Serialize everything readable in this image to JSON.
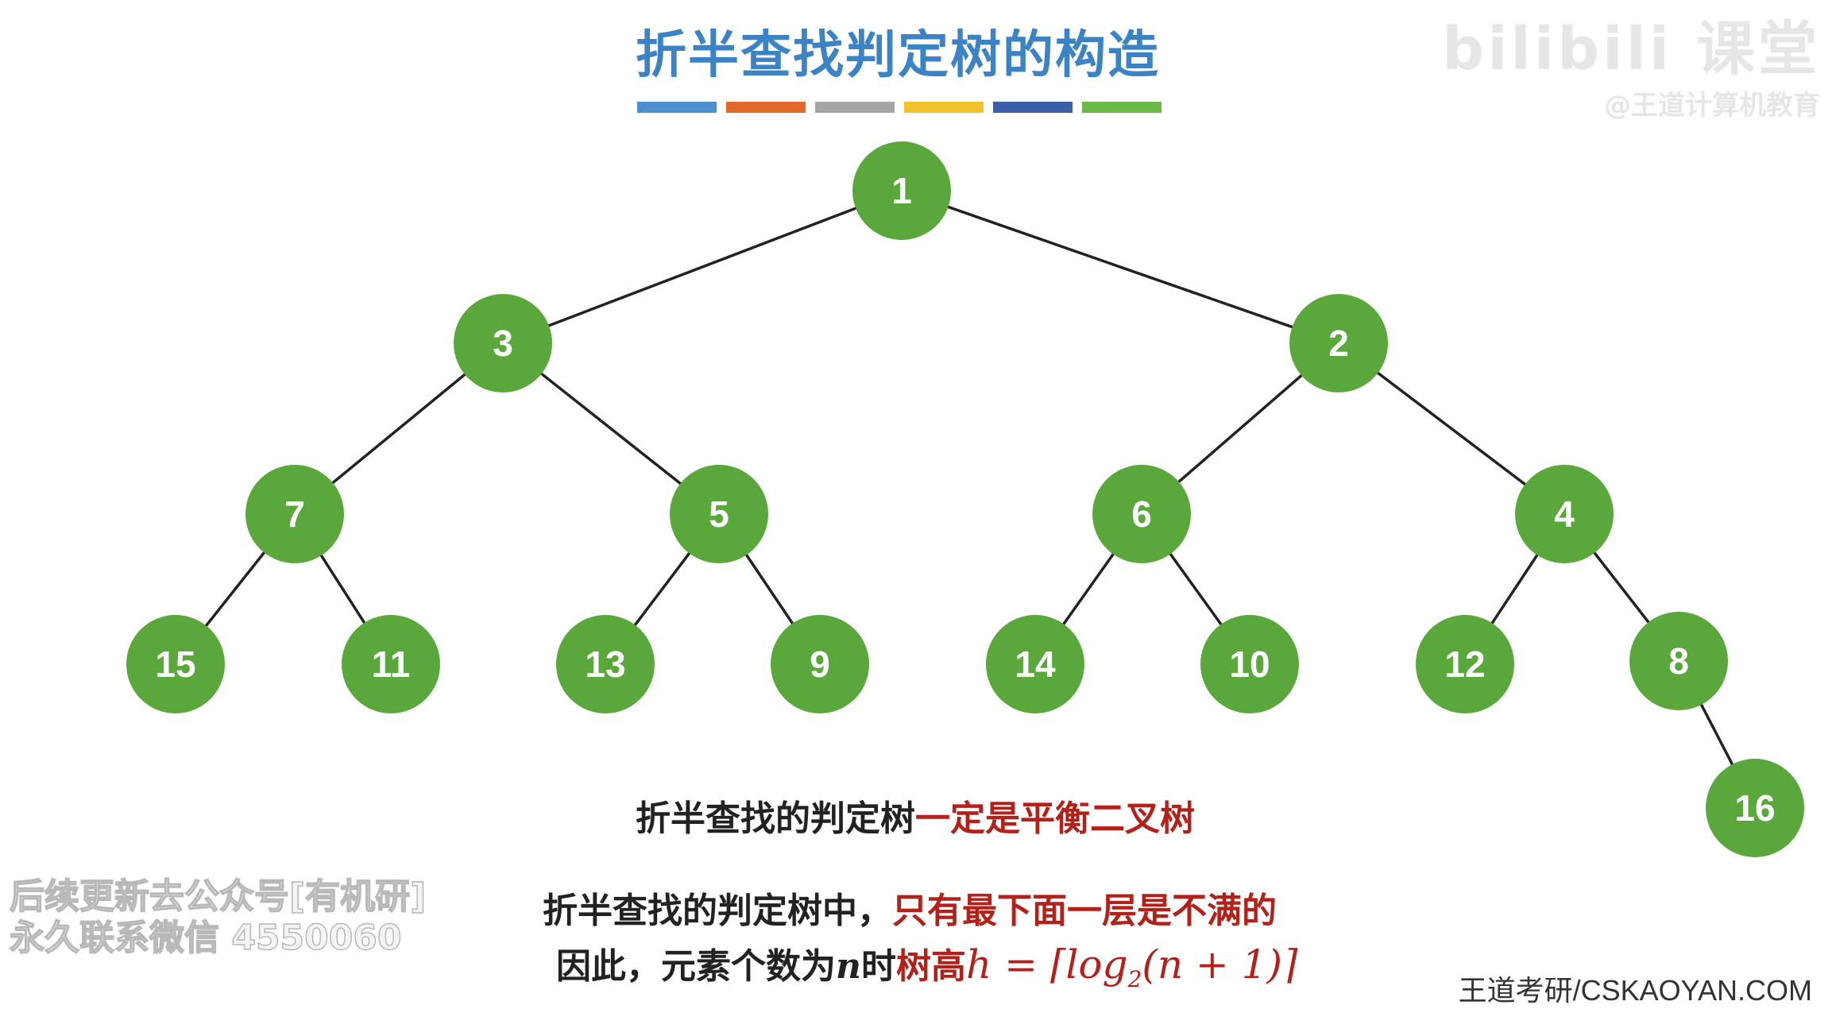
{
  "title": "折半查找判定树的构造",
  "title_bar_colors": [
    "#4f8fd0",
    "#e06a2c",
    "#a5a5a5",
    "#f2c12e",
    "#3a5fa8",
    "#6cb84a"
  ],
  "logo": {
    "main": "bilibili 课堂",
    "sub": "@王道计算机教育"
  },
  "tree": {
    "node_color": "#5aa83c",
    "nodes": [
      "1",
      "3",
      "2",
      "7",
      "5",
      "6",
      "4",
      "15",
      "11",
      "13",
      "9",
      "14",
      "10",
      "12",
      "8",
      "16"
    ]
  },
  "statement1": {
    "normal": "折半查找的判定树",
    "highlight": "一定是平衡二叉树"
  },
  "statement2": {
    "normal": "折半查找的判定树中，",
    "highlight": "只有最下面一层是不满的"
  },
  "statement3": {
    "normal": "因此，元素个数为",
    "var": "n",
    "mid": "时",
    "highlight": "树高",
    "formula_pre": "h = ⌈log",
    "formula_sub": "2",
    "formula_post": "(n + 1)⌉"
  },
  "watermark": {
    "line1": "后续更新去公众号[有机研]",
    "line2": "永久联系微信 4550060"
  },
  "footer": "王道考研/CSKAOYAN.COM"
}
